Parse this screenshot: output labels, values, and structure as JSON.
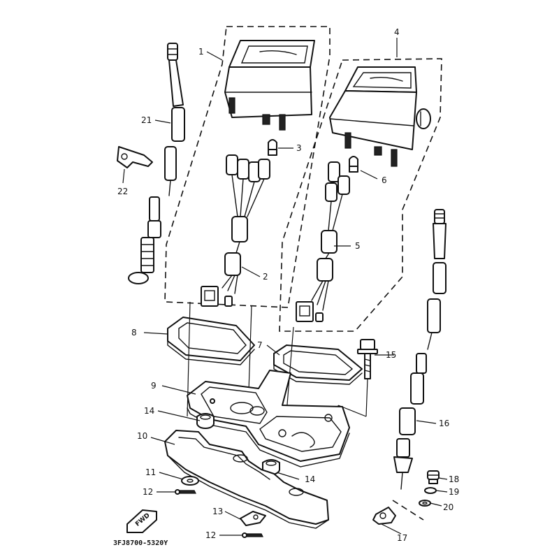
{
  "diagram": {
    "drawing_code": "3FJ8700-5320Y",
    "direction_mark": "FWD",
    "callouts": [
      {
        "id": "c1",
        "label": "1"
      },
      {
        "id": "c2",
        "label": "2"
      },
      {
        "id": "c3",
        "label": "3"
      },
      {
        "id": "c4",
        "label": "4"
      },
      {
        "id": "c5",
        "label": "5"
      },
      {
        "id": "c6",
        "label": "6"
      },
      {
        "id": "c7",
        "label": "7"
      },
      {
        "id": "c8",
        "label": "8"
      },
      {
        "id": "c9",
        "label": "9"
      },
      {
        "id": "c10",
        "label": "10"
      },
      {
        "id": "c11",
        "label": "11"
      },
      {
        "id": "c12a",
        "label": "12"
      },
      {
        "id": "c12b",
        "label": "12"
      },
      {
        "id": "c13",
        "label": "13"
      },
      {
        "id": "c14a",
        "label": "14"
      },
      {
        "id": "c14b",
        "label": "14"
      },
      {
        "id": "c15",
        "label": "15"
      },
      {
        "id": "c16",
        "label": "16"
      },
      {
        "id": "c17",
        "label": "17"
      },
      {
        "id": "c18",
        "label": "18"
      },
      {
        "id": "c19",
        "label": "19"
      },
      {
        "id": "c20",
        "label": "20"
      },
      {
        "id": "c21",
        "label": "21"
      },
      {
        "id": "c22",
        "label": "22"
      }
    ]
  }
}
